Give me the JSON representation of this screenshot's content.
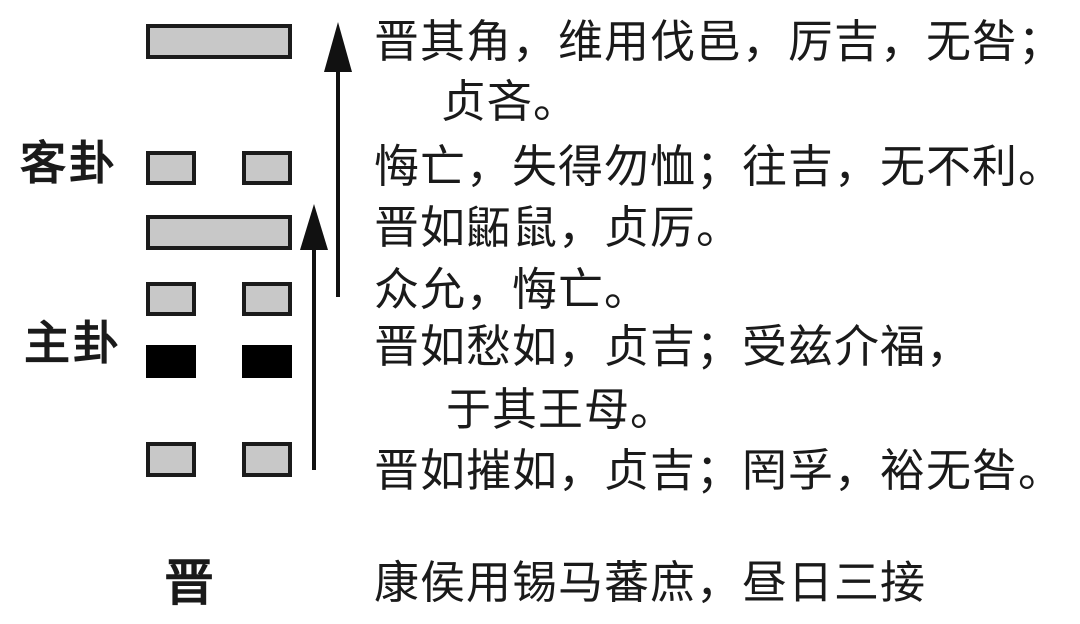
{
  "hexagram": {
    "name": "晋",
    "upper_trigram_label": "客卦",
    "lower_trigram_label": "主卦",
    "lines": [
      {
        "position": 6,
        "type": "yang",
        "style": "gray"
      },
      {
        "position": 5,
        "type": "yin",
        "style": "gray"
      },
      {
        "position": 4,
        "type": "yang",
        "style": "gray"
      },
      {
        "position": 3,
        "type": "yin",
        "style": "gray"
      },
      {
        "position": 2,
        "type": "yin",
        "style": "black"
      },
      {
        "position": 1,
        "type": "yin",
        "style": "gray"
      }
    ]
  },
  "line_statements": {
    "line6_row1": "晋其角，维用伐邑，厉吉，无咎；",
    "line6_row2": "贞吝。",
    "line5": "悔亡，失得勿恤；往吉，无不利。",
    "line4": "晋如鼫鼠，贞厉。",
    "line3": "众允，悔亡。",
    "line2_row1": "晋如愁如，贞吉；受兹介福，",
    "line2_row2": "于其王母。",
    "line1": "晋如摧如，贞吉；罔孚，裕无咎。"
  },
  "judgment": "康侯用锡马蕃庶，昼日三接",
  "colors": {
    "background": "#ffffff",
    "bar_fill": "#c8c8c8",
    "bar_outline": "#1b1b1b",
    "highlight_line_fill": "#000000",
    "ink": "#1a1a1a"
  }
}
